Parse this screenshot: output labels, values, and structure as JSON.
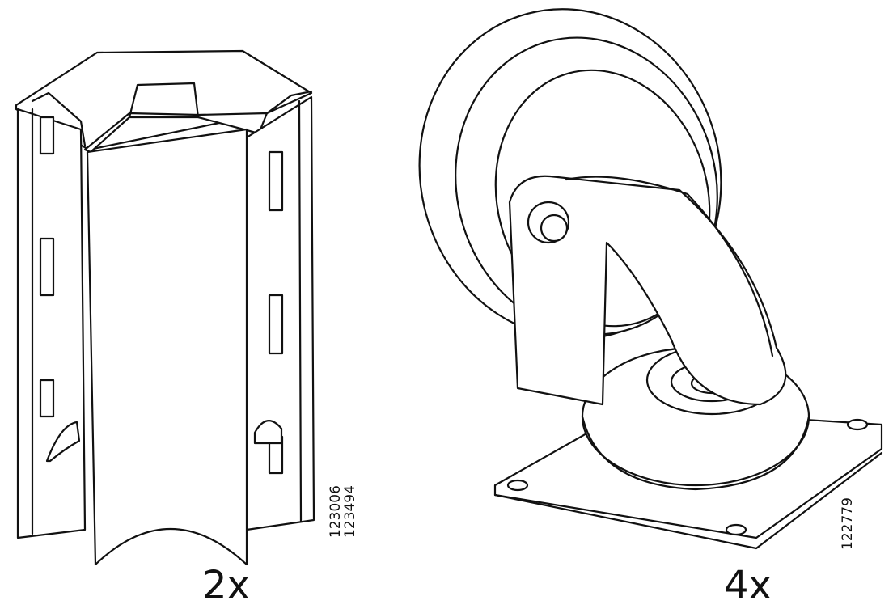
{
  "parts": [
    {
      "icon": "corner-bracket-icon",
      "part_numbers": [
        "123006",
        "123494"
      ],
      "quantity": "2x"
    },
    {
      "icon": "caster-wheel-icon",
      "part_numbers": [
        "122779"
      ],
      "quantity": "4x"
    }
  ]
}
